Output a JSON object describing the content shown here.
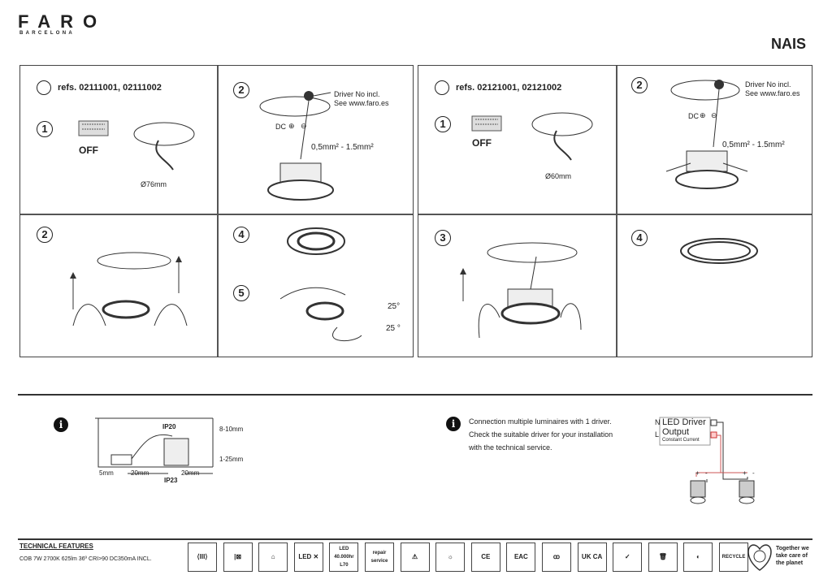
{
  "brand": {
    "name": "FARO",
    "sub": "BARCELONA"
  },
  "model": "NAIS",
  "left_panel": {
    "refs": "refs. 02111001,  02111002",
    "step1": "1",
    "off": "OFF",
    "diameter": "Ø76mm",
    "step2a": "2",
    "driver": "Driver No incl.",
    "see": "See www.faro.es",
    "dc": "DC",
    "plus": "⊕",
    "minus": "⊖",
    "wire": "0,5mm² - 1.5mm²",
    "step2b": "2",
    "step4": "4",
    "step5": "5",
    "tilt1": "25°",
    "tilt2": "25 °"
  },
  "right_panel": {
    "refs": "refs. 02121001,  02121002",
    "step1": "1",
    "off": "OFF",
    "diameter": "Ø60mm",
    "step2": "2",
    "driver": "Driver No incl.",
    "see": "See www.faro.es",
    "dc": "DC",
    "plus": "⊕",
    "minus": "⊖",
    "wire": "0,5mm² - 1.5mm²",
    "step3": "3",
    "step4": "4"
  },
  "install_info": {
    "ip20": "IP20",
    "ip23": "IP23",
    "d1": "8-10mm",
    "d2": "1-25mm",
    "d3": "5mm",
    "d4": "20mm",
    "d5": "20mm"
  },
  "connection_info": {
    "lines": [
      "Connection multiple luminaires with 1 driver.",
      "Check the suitable driver for your installation",
      "with the technical service."
    ],
    "n": "N",
    "l": "L",
    "driver1": "LED Driver",
    "driver2": "Output",
    "driver3": "Constant Current",
    "plus": "+",
    "minus": "-"
  },
  "technical": {
    "title": "TECHNICAL FEATURES",
    "spec": "COB 7W 2700K 625lm 36º CRI>90 DC350mA INCL.",
    "icons": [
      {
        "name": "class-iii-icon",
        "text": "⟨III⟩"
      },
      {
        "name": "no-insulation-cover-icon",
        "text": "|⊠"
      },
      {
        "name": "indoor-use-icon",
        "text": "⌂"
      },
      {
        "name": "led-not-replaceable-icon",
        "text": "LED ✕"
      },
      {
        "name": "led-lifetime-icon",
        "text": "LED 40.000hr L70"
      },
      {
        "name": "repair-service-icon",
        "text": "repair service"
      },
      {
        "name": "esd-warning-icon",
        "text": "⚠"
      },
      {
        "name": "no-direct-view-icon",
        "text": "☼"
      },
      {
        "name": "ce-mark-icon",
        "text": "CE"
      },
      {
        "name": "eac-mark-icon",
        "text": "EAC"
      },
      {
        "name": "rcm-icon",
        "text": "ꝏ"
      },
      {
        "name": "ukca-mark-icon",
        "text": "UK CA"
      },
      {
        "name": "rohs-icon",
        "text": "✓"
      },
      {
        "name": "weee-icon",
        "text": "🗑"
      },
      {
        "name": "green-dot-icon",
        "text": "◐"
      },
      {
        "name": "recycle-icon",
        "text": "RECYCLE"
      }
    ],
    "planet": "Together we take care of the planet"
  }
}
